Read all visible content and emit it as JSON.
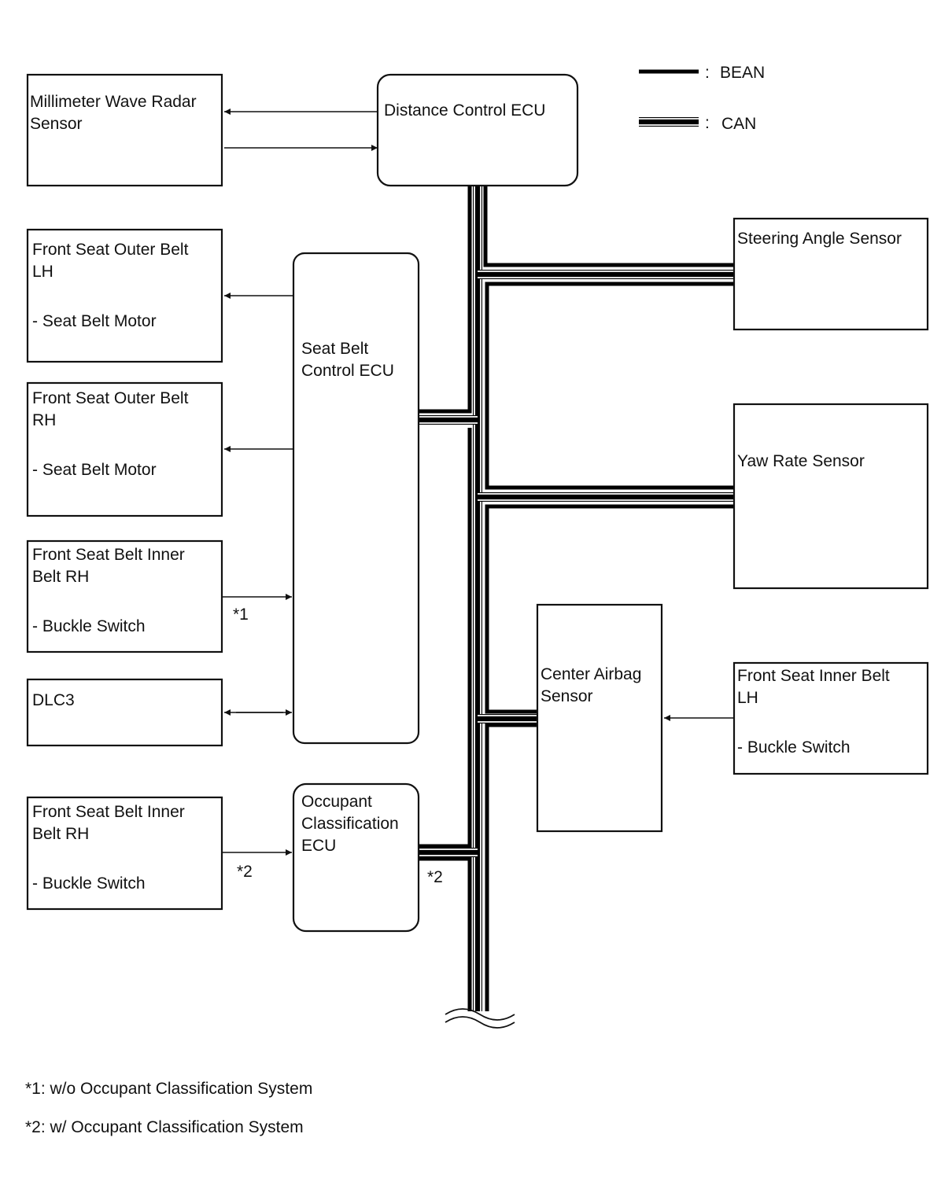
{
  "legend": {
    "bean": "BEAN",
    "can": "CAN",
    "sep": ":"
  },
  "nodes": {
    "radar": [
      "Millimeter Wave Radar",
      "Sensor"
    ],
    "distance_ecu": [
      "Distance Control ECU"
    ],
    "outer_lh": [
      "Front Seat Outer Belt",
      "LH",
      "",
      "- Seat Belt Motor"
    ],
    "outer_rh": [
      "Front Seat Outer Belt",
      "RH",
      "",
      "- Seat Belt Motor"
    ],
    "inner_rh_1": [
      "Front Seat Belt Inner",
      "Belt RH",
      "",
      "- Buckle Switch"
    ],
    "dlc3": [
      "DLC3"
    ],
    "seatbelt_ecu": [
      "Seat Belt",
      "Control ECU"
    ],
    "inner_rh_2": [
      "Front Seat Belt Inner",
      "Belt RH",
      "",
      "- Buckle Switch"
    ],
    "occupant_ecu": [
      "Occupant",
      "Classification",
      "ECU"
    ],
    "steering": [
      "Steering Angle Sensor"
    ],
    "yaw": [
      "Yaw Rate Sensor"
    ],
    "airbag": [
      "Center Airbag",
      "Sensor"
    ],
    "inner_lh": [
      "Front Seat Inner Belt",
      "LH",
      "",
      "- Buckle Switch"
    ]
  },
  "marks": {
    "m1": "*1",
    "m2a": "*2",
    "m2b": "*2"
  },
  "footnotes": {
    "f1": "*1: w/o Occupant Classification System",
    "f2": "*2: w/ Occupant Classification System"
  },
  "colors": {
    "line": "#000000",
    "background": "#ffffff"
  }
}
